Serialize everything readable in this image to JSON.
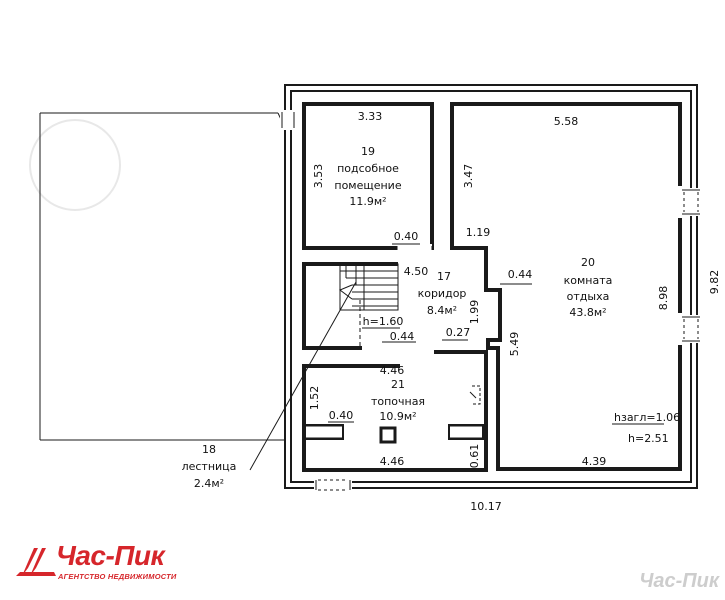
{
  "rooms": [
    {
      "number": "19",
      "name": [
        "подсобное",
        "помещение"
      ],
      "area": "11.9м²"
    },
    {
      "number": "20",
      "name": [
        "комната",
        "отдыха"
      ],
      "area": "43.8м²"
    },
    {
      "number": "17",
      "name": [
        "коридор"
      ],
      "area": "8.4м²"
    },
    {
      "number": "21",
      "name": [
        "топочная"
      ],
      "area": "10.9м²"
    },
    {
      "number": "18",
      "name": [
        "лестница"
      ],
      "area": "2.4м²"
    }
  ],
  "dimensions": {
    "d333": "3.33",
    "d353": "3.53",
    "d040a": "0.40",
    "d450": "4.50",
    "d558": "5.58",
    "d347": "3.47",
    "d119": "1.19",
    "d044a": "0.44",
    "d898": "8.98",
    "d982": "9.82",
    "d199": "1.99",
    "d549": "5.49",
    "d027": "0.27",
    "d160": "h=1.60",
    "d044b": "0.44",
    "d446a": "4.46",
    "d152": "1.52",
    "d040b": "0.40",
    "d446b": "4.46",
    "d061": "0.61",
    "d439": "4.39",
    "d1017": "10.17",
    "hzagl": "hзагл=1.06",
    "h251": "h=2.51"
  },
  "brand": {
    "name": "Час-Пик",
    "tagline": "АГЕНТСТВО НЕДВИЖИМОСТИ",
    "color": "#d6262b",
    "watermark": "Час-Пик"
  }
}
